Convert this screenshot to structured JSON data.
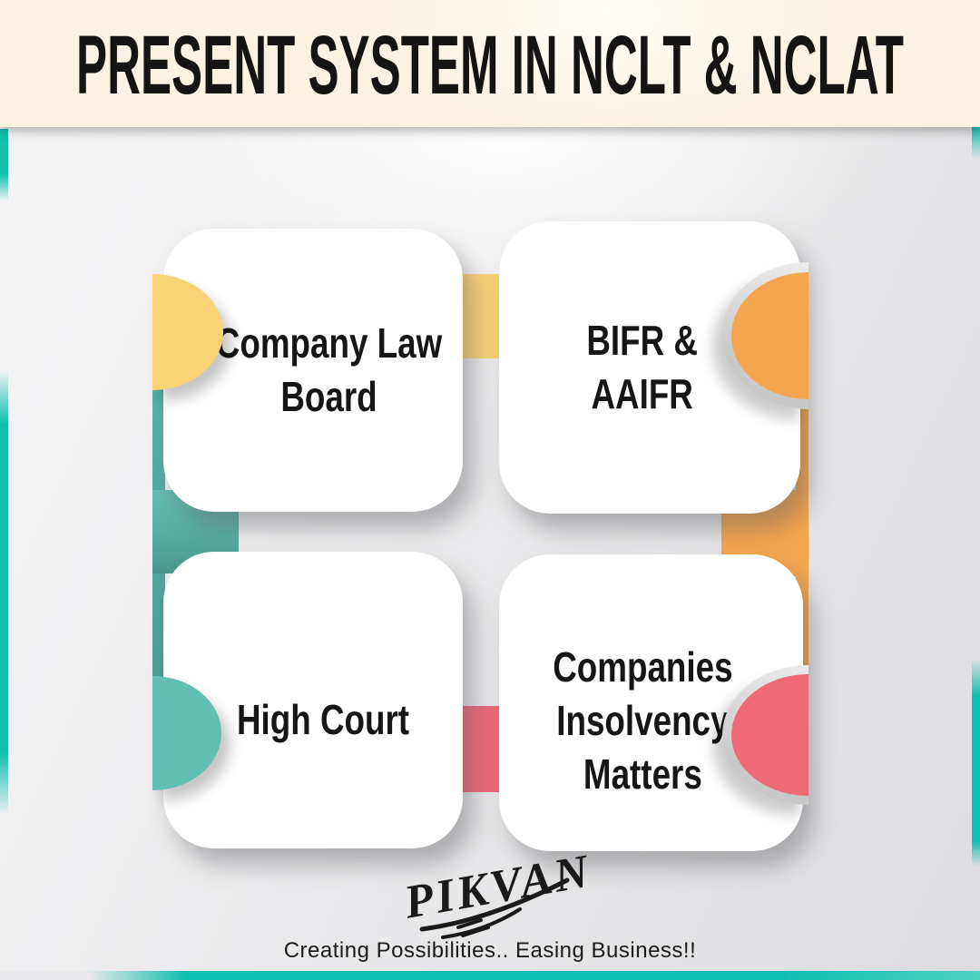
{
  "header": {
    "title": "PRESENT SYSTEM IN NCLT & NCLAT"
  },
  "cards": [
    {
      "label": "Company Law\nBoard",
      "accent_color": "#fad377",
      "position": "top-left"
    },
    {
      "label": "BIFR &\nAAIFR",
      "accent_color": "#f5a54e",
      "position": "top-right"
    },
    {
      "label": "High Court",
      "accent_color": "#63bfb1",
      "position": "bottom-left"
    },
    {
      "label": "Companies\nInsolvency\nMatters",
      "accent_color": "#ee6a77",
      "position": "bottom-right"
    }
  ],
  "footer": {
    "signature": "PIKVAN",
    "tagline": "Creating Possibilities.. Easing Business!!"
  },
  "colors": {
    "header_bg": "#faf2e3",
    "title_color": "#141414",
    "border_teal": "#0fbfae",
    "card_bg": "#ffffff",
    "yellow": "#fad377",
    "orange": "#f5a54e",
    "teal_soft": "#63bfb1",
    "pink": "#ee6a77",
    "text_color": "#161616",
    "tagline_color": "#1b1b1b"
  }
}
